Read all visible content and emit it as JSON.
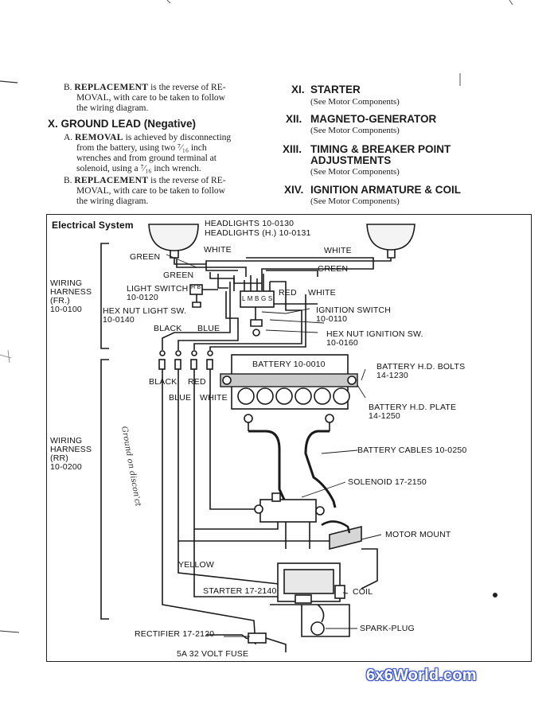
{
  "left_column": {
    "replacement_1": {
      "letter": "B.",
      "heading": "REPLACEMENT",
      "lines": [
        " is the reverse of RE-",
        "MOVAL, with care to be taken to follow",
        "the wiring diagram."
      ]
    },
    "section_x": {
      "title": "X. GROUND LEAD (Negative)"
    },
    "removal": {
      "letter": "A.",
      "heading": "REMOVAL",
      "lines": [
        " is achieved by disconnecting",
        "from the battery, using two ⁷⁄₁₆ inch",
        "wrenches and from ground terminal at",
        "solenoid, using a ⁷⁄₁₆ inch wrench."
      ]
    },
    "replacement_2": {
      "letter": "B.",
      "heading": "REPLACEMENT",
      "lines": [
        " is the reverse of RE-",
        "MOVAL, with care to be taken to follow",
        "the wiring diagram."
      ]
    }
  },
  "right_column": {
    "sections": [
      {
        "num": "XI.",
        "title": "STARTER",
        "title2": "",
        "sub": "(See Motor Components)"
      },
      {
        "num": "XII.",
        "title": "MAGNETO-GENERATOR",
        "title2": "",
        "sub": "(See Motor Components)"
      },
      {
        "num": "XIII.",
        "title": "TIMING & BREAKER POINT",
        "title2": "ADJUSTMENTS",
        "sub": "(See Motor Components)"
      },
      {
        "num": "XIV.",
        "title": "IGNITION ARMATURE & COIL",
        "title2": "",
        "sub": "(See Motor Components)"
      }
    ]
  },
  "diagram": {
    "title": "Electrical System",
    "labels": {
      "headlights1": "HEADLIGHTS 10-0130",
      "headlights2": "HEADLIGHTS (H.) 10-0131",
      "green1": "GREEN",
      "white1": "WHITE",
      "white2": "WHITE",
      "green2": "GREEN",
      "green3": "GREEN",
      "wiring_fr_1": "WIRING",
      "wiring_fr_2": "HARNESS",
      "wiring_fr_3": "(FR.)",
      "wiring_fr_4": "10-0100",
      "light_switch": "LIGHT SWITCH",
      "light_switch_num": "10-0120",
      "red": "RED",
      "white3": "WHITE",
      "ignition_switch": "IGNITION SWITCH",
      "ignition_switch_num": "10-0110",
      "hex_nut_light": "HEX NUT LIGHT SW.",
      "hex_nut_light_num": "10-0140",
      "black1": "BLACK",
      "blue1": "BLUE",
      "hex_nut_ign": "HEX NUT IGNITION SW.",
      "hex_nut_ign_num": "10-0160",
      "battery": "BATTERY 10-0010",
      "batt_bolts": "BATTERY H.D. BOLTS",
      "batt_bolts_num": "14-1230",
      "black2": "BLACK",
      "red2": "RED",
      "blue2": "BLUE",
      "white4": "WHITE",
      "batt_plate": "BATTERY H.D. PLATE",
      "batt_plate_num": "14-1250",
      "wiring_rr_1": "WIRING",
      "wiring_rr_2": "HARNESS",
      "wiring_rr_3": "(RR)",
      "wiring_rr_4": "10-0200",
      "batt_cables": "BATTERY CABLES 10-0250",
      "solenoid": "SOLENOID 17-2150",
      "motor_mount": "MOTOR MOUNT",
      "yellow": "YELLOW",
      "starter": "STARTER 17-2140",
      "coil": "COIL",
      "spark_plug": "SPARK-PLUG",
      "rectifier": "RECTIFIER 17-2120",
      "fuse": "5A 32 VOLT FUSE",
      "switch_letters": "L M B G S",
      "light_sw_letters": "H B"
    },
    "handwriting": "Ground on discon'ct"
  },
  "watermark": "6x6World.com"
}
